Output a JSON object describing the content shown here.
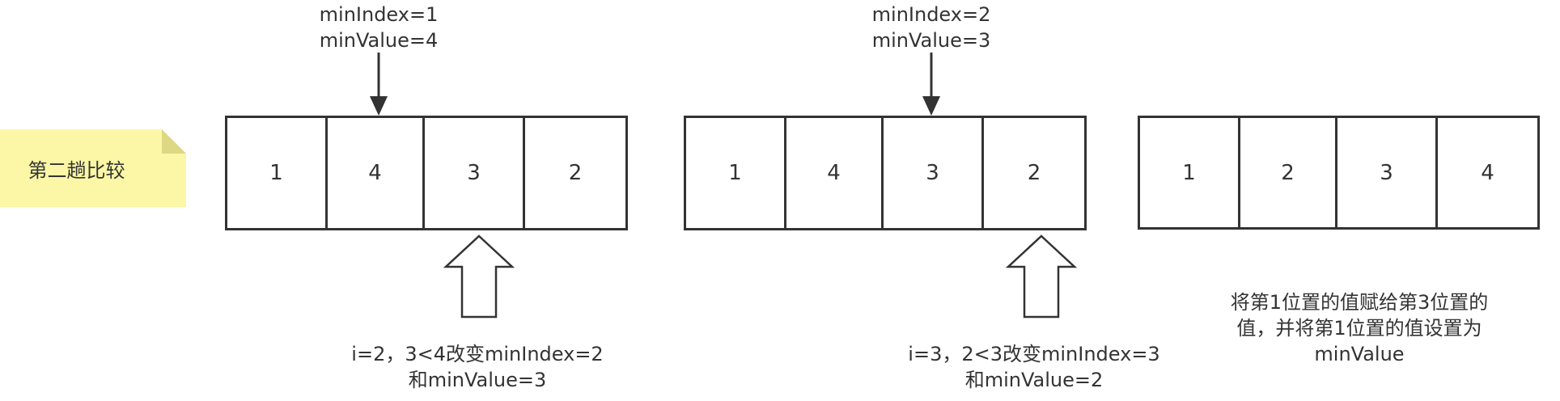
{
  "note": {
    "text": "第二趟比较",
    "color": "#fbf7a6",
    "fold_color": "#dcd884"
  },
  "array_1": {
    "cells": [
      "1",
      "4",
      "3",
      "2"
    ],
    "top_label": {
      "line1": "minIndex=1",
      "line2": "minValue=4"
    },
    "caption": {
      "line1": "i=2，3<4改变minIndex=2",
      "line2": "和minValue=3"
    }
  },
  "array_2": {
    "cells": [
      "1",
      "4",
      "3",
      "2"
    ],
    "top_label": {
      "line1": "minIndex=2",
      "line2": "minValue=3"
    },
    "caption": {
      "line1": "i=3，2<3改变minIndex=3",
      "line2": "和minValue=2"
    }
  },
  "array_3": {
    "cells": [
      "1",
      "2",
      "3",
      "4"
    ],
    "caption": {
      "line1": "将第1位置的值赋给第3位置的",
      "line2": "值，并将第1位置的值设置为",
      "line3": "minValue"
    }
  },
  "colors": {
    "stroke": "#333333",
    "text": "#333333",
    "background": "#ffffff"
  }
}
